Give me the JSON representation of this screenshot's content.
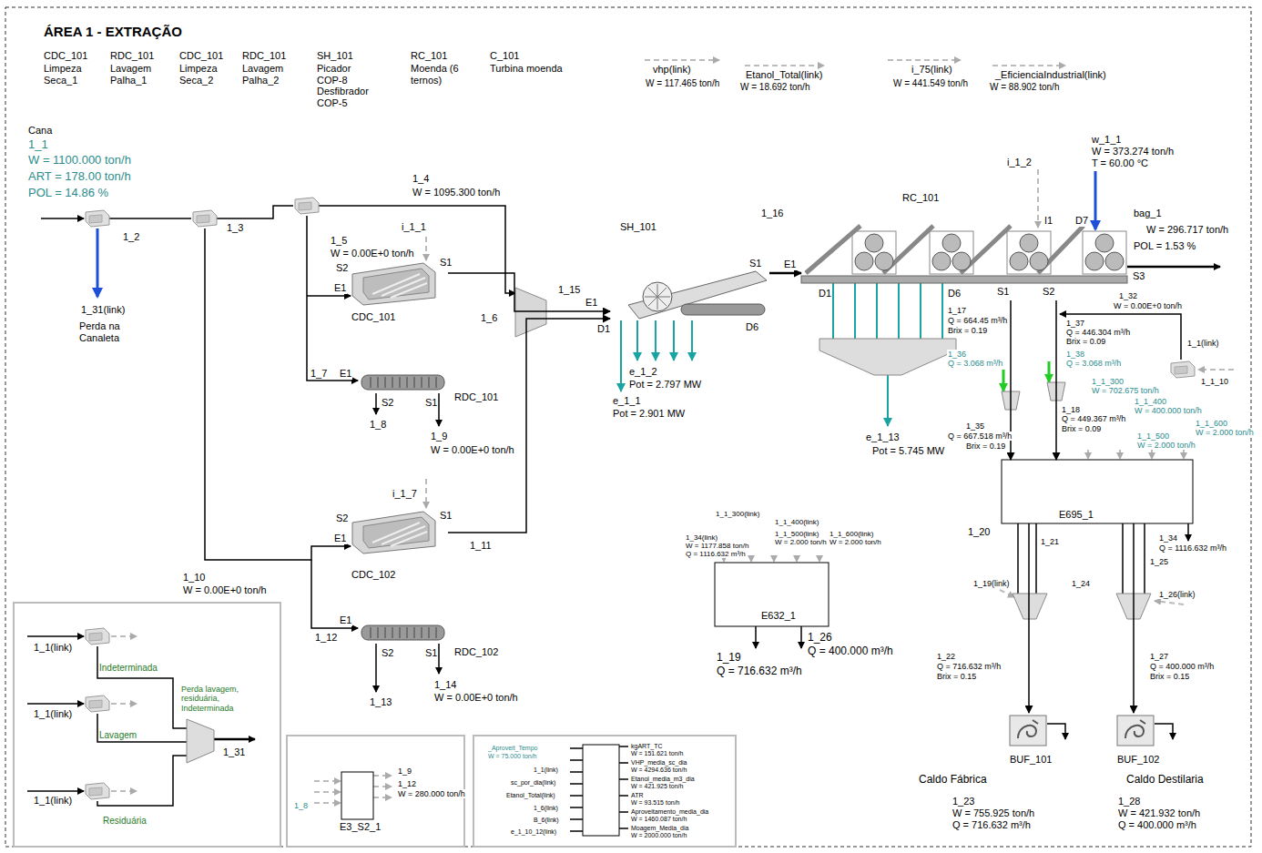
{
  "diagram": {
    "title": "ÁREA 1 - EXTRAÇÃO",
    "nodes": [
      {
        "text": [
          "CDC_101"
        ]
      },
      {
        "text": [
          "RDC_101"
        ]
      },
      {
        "text": [
          "CDC_102"
        ]
      },
      {
        "text": [
          "RDC_102"
        ]
      },
      {
        "text": [
          "SH_101"
        ]
      },
      {
        "text": [
          "RC_101"
        ]
      },
      {
        "text": [
          "E695_1"
        ]
      },
      {
        "text": [
          "BUF_101"
        ]
      },
      {
        "text": [
          "BUF_102"
        ]
      },
      {
        "text": [
          "E632_1"
        ]
      },
      {
        "text": [
          "E3_S2_1"
        ]
      }
    ],
    "edges": [
      {
        "from": 0,
        "to": 4,
        "arrow": "to",
        "label": "1_6"
      },
      {
        "from": 2,
        "to": 4,
        "arrow": "to",
        "label": "1_11"
      },
      {
        "from": 4,
        "to": 5,
        "arrow": "to",
        "label": "1_16"
      },
      {
        "from": 5,
        "to": 6,
        "arrow": "to",
        "label": "1_35"
      },
      {
        "from": 5,
        "to": 6,
        "arrow": "to",
        "label": "1_18"
      },
      {
        "from": 6,
        "to": 7,
        "arrow": "to"
      },
      {
        "from": 6,
        "to": 8,
        "arrow": "to"
      }
    ],
    "labels": [
      "CDC_101",
      "Limpeza Seca_1",
      "RDC_101",
      "Lavagem Palha_1",
      "CDC_101",
      "Limpeza Seca_2",
      "RDC_101",
      "Lavagem Palha_2",
      "SH_101",
      "Picador COP-8 Desfibrador COP-5",
      "RC_101",
      "Moenda (6 ternos)",
      "C_101",
      "Turbina moenda",
      "vhp(link)",
      "W = 117.465 ton/h",
      "Etanol_Total(link)",
      "W = 18.692 ton/h",
      "i_75(link)",
      "W = 441.549 ton/h",
      "_EficienciaIndustrial(link)",
      "W = 88.902 ton/h",
      "Cana",
      "1_1",
      "W = 1100.000 ton/h",
      "ART = 178.00 ton/h",
      "POL = 14.86 %",
      "1_2",
      "1_3",
      "1_31(link)",
      "Perda na Canaleta",
      "1_4",
      "W = 1095.300 ton/h",
      "i_1_1",
      "1_5",
      "W = 0.00E+0 ton/h",
      "S2",
      "E1",
      "S1",
      "1_7",
      "E1",
      "S2",
      "S1",
      "1_8",
      "1_9",
      "W = 0.00E+0 ton/h",
      "E1",
      "D1",
      "D6",
      "S1",
      "e_1_2",
      "Pot = 2.797 MW",
      "e_1_1",
      "Pot = 2.901 MW",
      "E1",
      "D1",
      "D6",
      "S1",
      "S2",
      "S3",
      "I1",
      "D7",
      "i_1_2",
      "w_1_1",
      "W = 373.274 ton/h",
      "T = 60.00 °C",
      "bag_1",
      "W = 296.717 ton/h",
      "POL = 1.53 %",
      "e_1_13",
      "Pot = 5.745 MW",
      "1_17",
      "Q = 664.45 m³/h",
      "Brix = 0.19",
      "1_32",
      "W = 0.00E+0 ton/h",
      "1_37",
      "Q = 446.304 m³/h",
      "Brix = 0.09",
      "1_1(link)",
      "1_1_10",
      "1_36",
      "Q = 3.068 m³/h",
      "1_38",
      "Q = 3.068 m³/h",
      "Q = 667.518 m³/h",
      "Brix = 0.19",
      "Q = 449.367 m³/h",
      "Brix = 0.09",
      "1_1_300",
      "W = 702.675 ton/h",
      "1_1_400",
      "W = 400.000 ton/h",
      "1_1_500",
      "W = 2.000 ton/h",
      "1_1_600",
      "W = 2.000 ton/h",
      "1_20",
      "1_34",
      "Q = 1116.632 m³/h",
      "1_19(link)",
      "1_21",
      "1_24",
      "1_25",
      "1_26(link)",
      "1_22",
      "Q = 716.632 m³/h",
      "Brix = 0.15",
      "1_27",
      "Q = 400.000 m³/h",
      "Brix = 0.15",
      "Caldo Fábrica",
      "1_23",
      "W = 755.925 ton/h",
      "Q = 716.632 m³/h",
      "Caldo Destilaria",
      "1_28",
      "W = 421.932 ton/h",
      "Q = 400.000 m³/h",
      "1_10",
      "W = 0.00E+0 ton/h",
      "i_1_7",
      "S2",
      "E1",
      "S1",
      "1_12",
      "E1",
      "S2",
      "S1",
      "1_13",
      "1_14",
      "W = 0.00E+0 ton/h",
      "1_1(link)",
      "Indeterminada",
      "1_1(link)",
      "Lavagem",
      "1_1(link)",
      "Residuária",
      "Perda lavagem, residuária, Indeterminada",
      "1_31",
      "1_8",
      "1_9",
      "1_12",
      "W = 280.000 ton/h",
      "_Aproveit_Tempo",
      "W = 75.000 ton/h",
      "1_1(link)",
      "sc_por_dia(link)",
      "Etanol_Total(link)",
      "1_6(link)",
      "B_6(link)",
      "e_1_10_12(link)",
      "kgART_TC",
      "W = 151.621 ton/h",
      "VHP_media_sc_dia",
      "W = 4294.636 ton/h",
      "Etanol_media_m3_dia",
      "W = 421.925 ton/h",
      "ATR",
      "W = 93.515 ton/h",
      "Aproveitamento_media_dia",
      "W = 1460.087 ton/h",
      "Moagem_Media_dia",
      "W = 2000.000 ton/h",
      "1_1_300(link)",
      "1_1_400(link)",
      "1_34(link)",
      "W = 1177.858 ton/h",
      "Q = 1116.632 m³/h",
      "1_1_500(link)",
      "W = 2.000 ton/h",
      "1_1_600(link)",
      "W = 2.000 ton/h",
      "1_19",
      "Q = 716.632 m³/h",
      "1_26",
      "Q = 400.000 m³/h",
      "1_15"
    ]
  }
}
